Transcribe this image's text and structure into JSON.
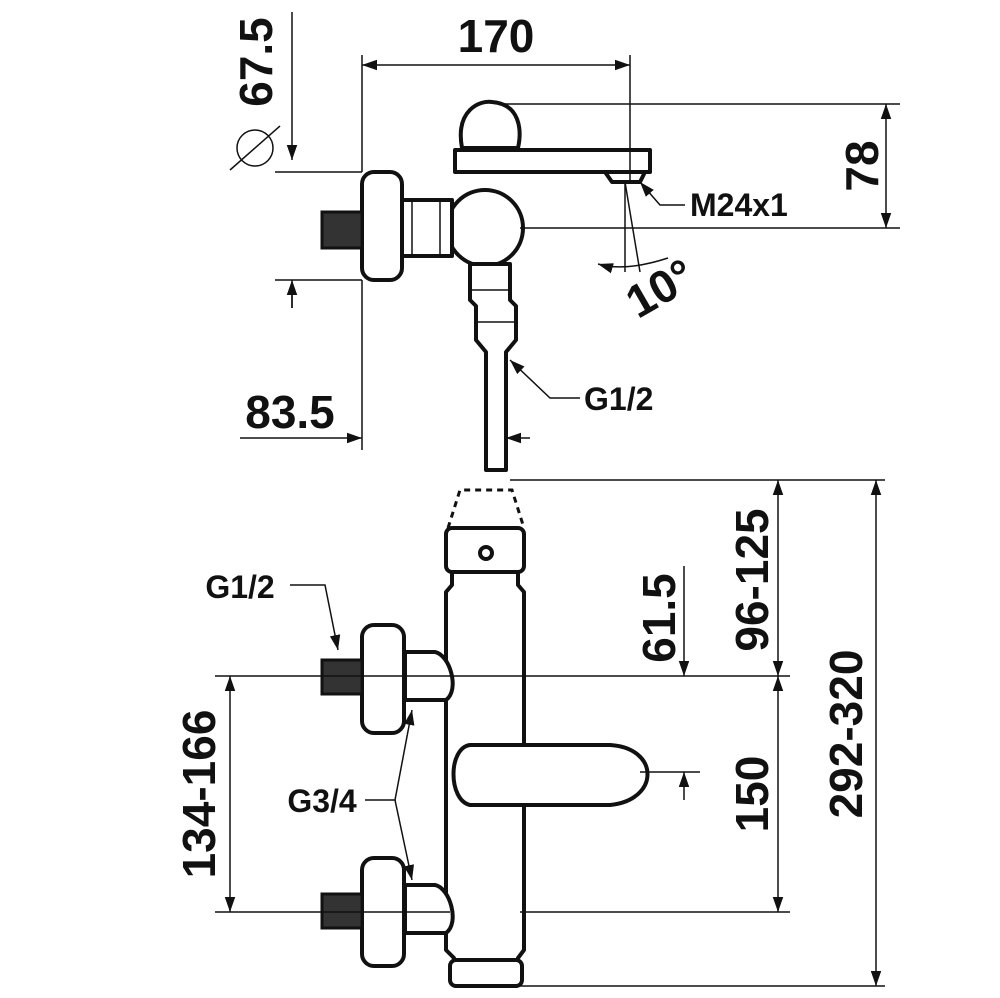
{
  "top_view": {
    "dim_width": "170",
    "dim_diameter": "67.5",
    "dim_height": "78",
    "dim_offset": "83.5",
    "thread_spout": "M24x1",
    "thread_inlet": "G1/2",
    "angle": "10°"
  },
  "front_view": {
    "thread_inlet": "G1/2",
    "thread_connection": "G3/4",
    "dim_centers": "134-166",
    "dim_upper": "96-125",
    "dim_lever": "61.5",
    "dim_lower": "150",
    "dim_total": "292-320"
  }
}
